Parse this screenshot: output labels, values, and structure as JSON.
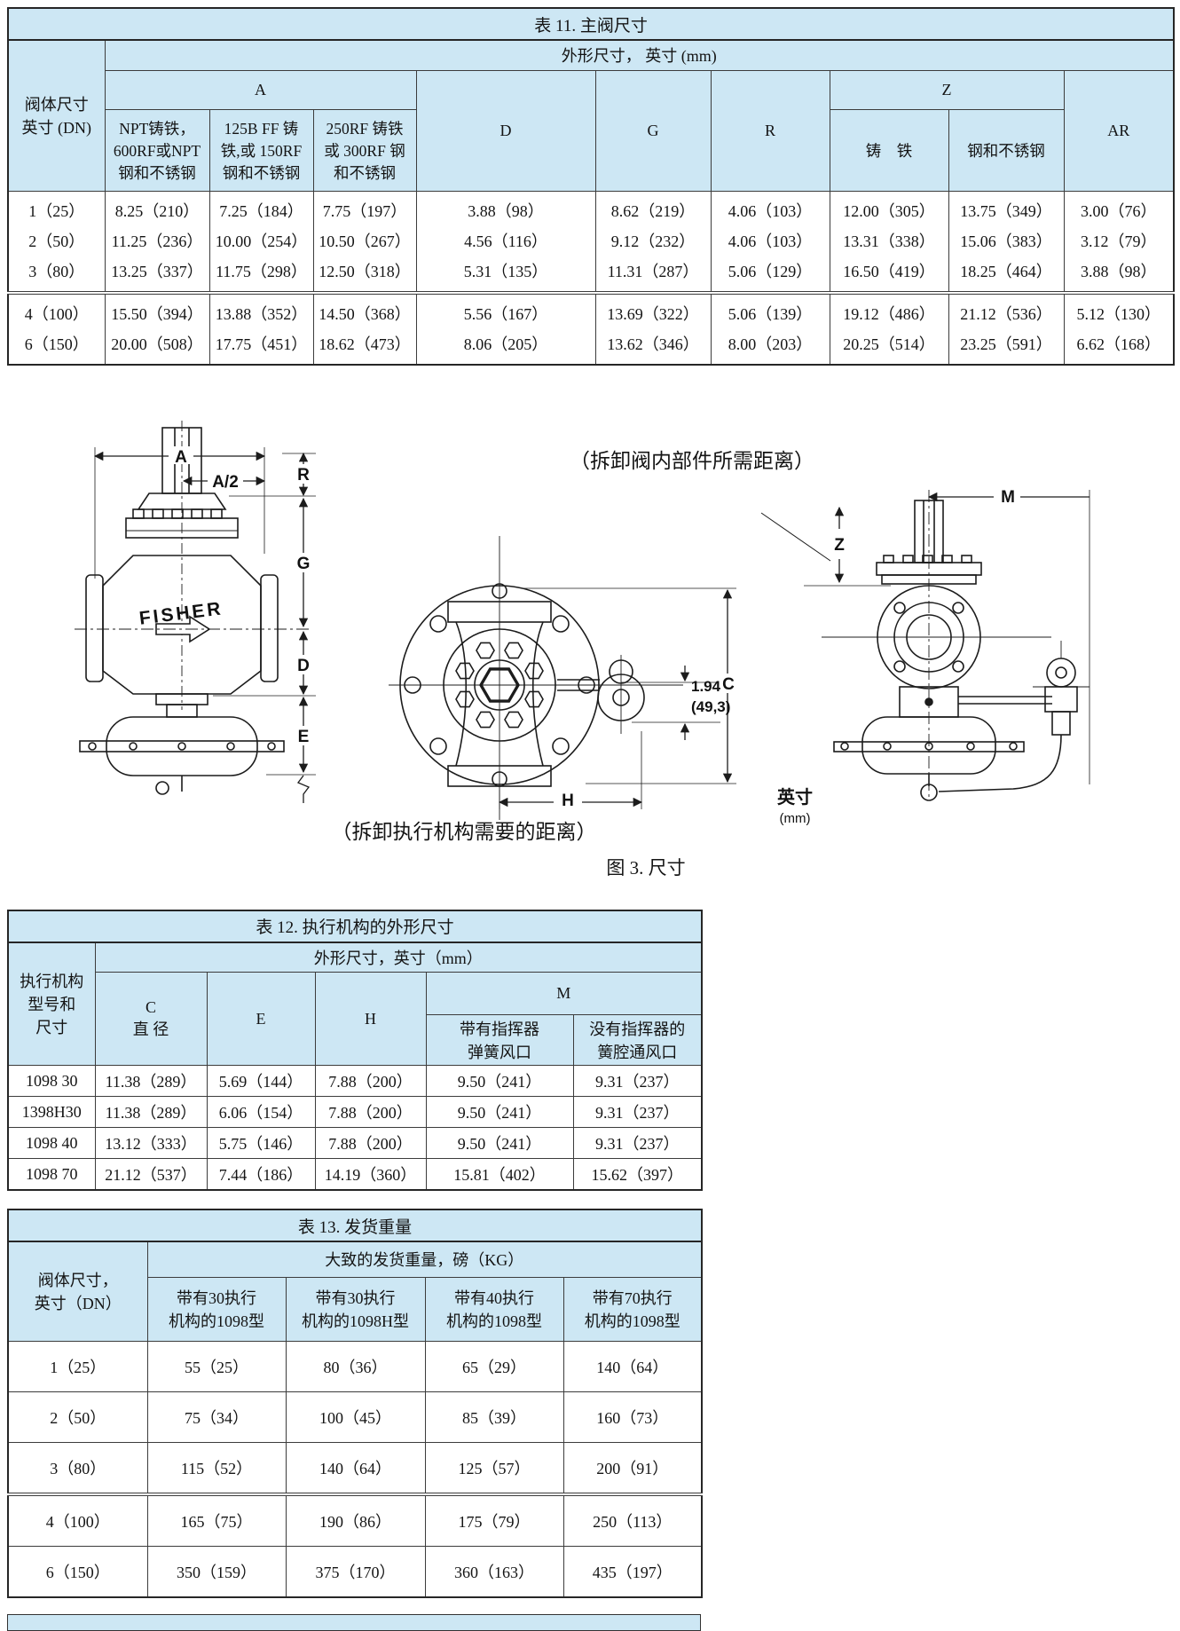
{
  "colors": {
    "header_bg": "#cde7f4",
    "border": "#3c3c3c",
    "ink": "#141414"
  },
  "t11": {
    "title": "表 11. 主阀尺寸",
    "group_label": "外形尺寸， 英寸 (mm)",
    "body_col": "阀体尺寸\n英寸 (DN)",
    "cols": {
      "a": "A",
      "d": "D",
      "g": "G",
      "r": "R",
      "z": "Z",
      "ar": "AR"
    },
    "a_sub": [
      "NPT铸铁，\n600RF或NPT\n钢和不锈钢",
      "125B FF 铸\n铁,或 150RF\n钢和不锈钢",
      "250RF 铸铁\n或 300RF 钢\n和不锈钢"
    ],
    "z_sub": [
      "铸　铁",
      "钢和不锈钢"
    ],
    "g1": [
      [
        "1（25）",
        "8.25（210）",
        "7.25（184）",
        "7.75（197）",
        "3.88（98）",
        "8.62（219）",
        "4.06（103）",
        "12.00（305）",
        "13.75（349）",
        "3.00（76）"
      ],
      [
        "2（50）",
        "11.25（236）",
        "10.00（254）",
        "10.50（267）",
        "4.56（116）",
        "9.12（232）",
        "4.06（103）",
        "13.31（338）",
        "15.06（383）",
        "3.12（79）"
      ],
      [
        "3（80）",
        "13.25（337）",
        "11.75（298）",
        "12.50（318）",
        "5.31（135）",
        "11.31（287）",
        "5.06（129）",
        "16.50（419）",
        "18.25（464）",
        "3.88（98）"
      ]
    ],
    "g2": [
      [
        "4（100）",
        "15.50（394）",
        "13.88（352）",
        "14.50（368）",
        "5.56（167）",
        "13.69（322）",
        "5.06（139）",
        "19.12（486）",
        "21.12（536）",
        "5.12（130）"
      ],
      [
        "6（150）",
        "20.00（508）",
        "17.75（451）",
        "18.62（473）",
        "8.06（205）",
        "13.62（346）",
        "8.00（203）",
        "20.25（514）",
        "23.25（591）",
        "6.62（168）"
      ]
    ]
  },
  "fig": {
    "note_top": "（拆卸阀内部件所需距离）",
    "note_bottom": "（拆卸执行机构需要的距离）",
    "caption": "图 3. 尺寸",
    "unit1": "英寸",
    "unit2": "(mm)",
    "brand": "FISHER",
    "a": "A",
    "a2": "A/2",
    "r": "R",
    "g": "G",
    "d": "D",
    "e": "E",
    "c": "C",
    "h": "H",
    "m": "M",
    "z": "Z",
    "v1": "1.94",
    "v2": "(49,3)"
  },
  "t12": {
    "title": "表 12. 执行机构的外形尺寸",
    "group_label": "外形尺寸，英寸（mm）",
    "body_col": "执行机构\n型号和\n尺寸",
    "cols": {
      "c": "C\n直 径",
      "e": "E",
      "h": "H",
      "m": "M"
    },
    "m_sub": [
      "带有指挥器\n弹簧风口",
      "没有指挥器的\n簧腔通风口"
    ],
    "r": [
      [
        "1098 30",
        "11.38（289）",
        "5.69（144）",
        "7.88（200）",
        "9.50（241）",
        "9.31（237）"
      ],
      [
        "1398H30",
        "11.38（289）",
        "6.06（154）",
        "7.88（200）",
        "9.50（241）",
        "9.31（237）"
      ],
      [
        "1098 40",
        "13.12（333）",
        "5.75（146）",
        "7.88（200）",
        "9.50（241）",
        "9.31（237）"
      ],
      [
        "1098 70",
        "21.12（537）",
        "7.44（186）",
        "14.19（360）",
        "15.81（402）",
        "15.62（397）"
      ]
    ]
  },
  "t13": {
    "title": "表 13. 发货重量",
    "group_label": "大致的发货重量，磅（KG）",
    "body_col": "阀体尺寸，\n英寸（DN）",
    "cols": [
      "带有30执行\n机构的1098型",
      "带有30执行\n机构的1098H型",
      "带有40执行\n机构的1098型",
      "带有70执行\n机构的1098型"
    ],
    "r": [
      [
        "1（25）",
        "55（25）",
        "80（36）",
        "65（29）",
        "140（64）"
      ],
      [
        "2（50）",
        "75（34）",
        "100（45）",
        "85（39）",
        "160（73）"
      ],
      [
        "3（80）",
        "115（52）",
        "140（64）",
        "125（57）",
        "200（91）"
      ],
      [
        "4（100）",
        "165（75）",
        "190（86）",
        "175（79）",
        "250（113）"
      ],
      [
        "6（150）",
        "350（159）",
        "375（170）",
        "360（163）",
        "435（197）"
      ]
    ]
  }
}
